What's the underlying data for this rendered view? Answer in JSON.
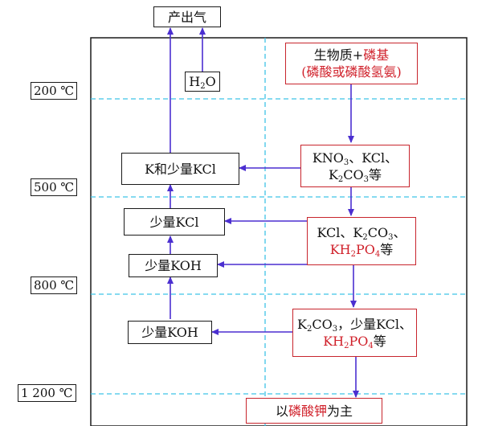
{
  "temperatures": [
    "200 ℃",
    "500 ℃",
    "800 ℃",
    "1 200 ℃"
  ],
  "gas_output": "产出气",
  "water": {
    "H": "H",
    "sub": "2",
    "O": "O"
  },
  "left_boxes": {
    "k_kcl": "K和少量KCl",
    "little_kcl": "少量KCl",
    "koh_upper": "少量KOH",
    "koh_lower": "少量KOH"
  },
  "source": {
    "line1": "生物质+",
    "line1_red": "磷基",
    "line2_red": "(磷酸或磷酸氢氨)"
  },
  "stage_500": {
    "line1": "KNO",
    "line1_sub": "3",
    "line1_rest": "、KCl、",
    "line2": "K",
    "line2_sub1": "2",
    "line2_mid": "CO",
    "line2_sub2": "3",
    "line2_rest": "等"
  },
  "stage_800": {
    "line1": "KCl、K",
    "line1_sub1": "2",
    "line1_mid": "CO",
    "line1_sub2": "3",
    "line1_rest": "、",
    "line2_red": "KH",
    "line2_sub1": "2",
    "line2_red_mid": "PO",
    "line2_sub2": "4",
    "line2_rest": "等"
  },
  "stage_1200": {
    "line1": "K",
    "line1_sub1": "2",
    "line1_mid": "CO",
    "line1_sub2": "3",
    "line1_rest": "，少量KCl、",
    "line2_red": "KH",
    "line2_sub1": "2",
    "line2_red_mid": "PO",
    "line2_sub2": "4",
    "line2_rest": "等"
  },
  "final": {
    "prefix": "以",
    "red": "磷酸钾",
    "suffix": "为主"
  },
  "colors": {
    "arrow": "#4b2fd0",
    "dash": "#3fc4e6",
    "red_text": "#d0202a",
    "red_border": "#c8252d"
  }
}
